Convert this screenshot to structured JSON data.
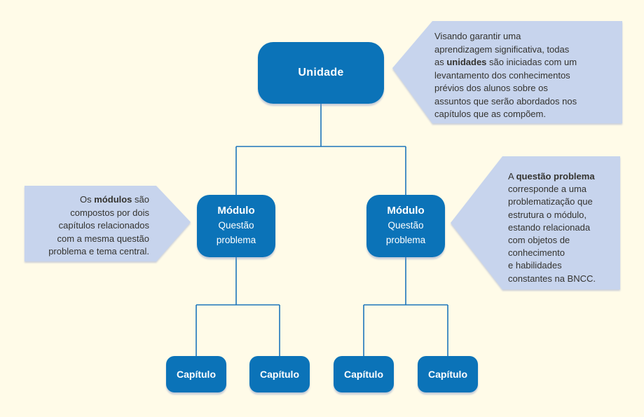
{
  "colors": {
    "background": "#FFFBE8",
    "node_fill": "#0B73B8",
    "node_text": "#FFFFFF",
    "callout_fill": "#C7D4ED",
    "callout_text": "#34332F",
    "line": "#1E76BB"
  },
  "nodes": {
    "unidade": {
      "label": "Unidade"
    },
    "module_left": {
      "title": "Módulo",
      "subtitle": "Questão\nproblema"
    },
    "module_right": {
      "title": "Módulo",
      "subtitle": "Questão\nproblema"
    },
    "chapters": [
      {
        "label": "Capítulo"
      },
      {
        "label": "Capítulo"
      },
      {
        "label": "Capítulo"
      },
      {
        "label": "Capítulo"
      }
    ]
  },
  "callouts": {
    "unidade_note": {
      "lines": [
        [
          {
            "t": "Visando garantir uma",
            "b": false
          }
        ],
        [
          {
            "t": "aprendizagem significativa, todas",
            "b": false
          }
        ],
        [
          {
            "t": "as ",
            "b": false
          },
          {
            "t": "unidades",
            "b": true
          },
          {
            "t": " são iniciadas com um",
            "b": false
          }
        ],
        [
          {
            "t": "levantamento dos conhecimentos",
            "b": false
          }
        ],
        [
          {
            "t": "prévios dos alunos sobre os",
            "b": false
          }
        ],
        [
          {
            "t": "assuntos que serão abordados nos",
            "b": false
          }
        ],
        [
          {
            "t": "capítulos que as compõem.",
            "b": false
          }
        ]
      ]
    },
    "modulo_note": {
      "lines": [
        [
          {
            "t": "Os ",
            "b": false
          },
          {
            "t": "módulos",
            "b": true
          },
          {
            "t": " são",
            "b": false
          }
        ],
        [
          {
            "t": "compostos por dois",
            "b": false
          }
        ],
        [
          {
            "t": "capítulos relacionados",
            "b": false
          }
        ],
        [
          {
            "t": "com a mesma questão",
            "b": false
          }
        ],
        [
          {
            "t": "problema e tema central.",
            "b": false
          }
        ]
      ]
    },
    "questao_note": {
      "lines": [
        [
          {
            "t": "A ",
            "b": false
          },
          {
            "t": "questão problema",
            "b": true
          }
        ],
        [
          {
            "t": "corresponde a uma",
            "b": false
          }
        ],
        [
          {
            "t": "problematização que",
            "b": false
          }
        ],
        [
          {
            "t": "estrutura o módulo,",
            "b": false
          }
        ],
        [
          {
            "t": "estando relacionada",
            "b": false
          }
        ],
        [
          {
            "t": "com objetos de",
            "b": false
          }
        ],
        [
          {
            "t": "conhecimento",
            "b": false
          }
        ],
        [
          {
            "t": "e habilidades",
            "b": false
          }
        ],
        [
          {
            "t": "constantes na BNCC.",
            "b": false
          }
        ]
      ]
    }
  }
}
